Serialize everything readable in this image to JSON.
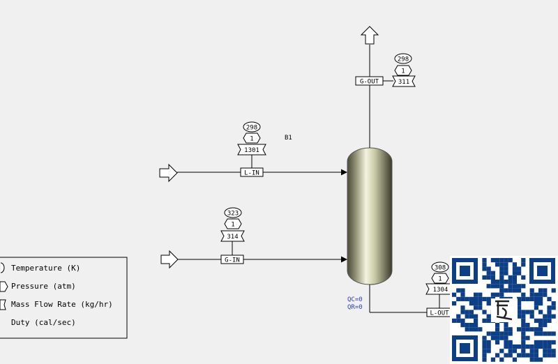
{
  "block": {
    "name": "B1"
  },
  "streams": {
    "g_out": {
      "label": "G-OUT",
      "temperature": "298",
      "pressure": "1",
      "mass_flow": "311"
    },
    "l_in": {
      "label": "L-IN",
      "temperature": "298",
      "pressure": "1",
      "mass_flow": "1301"
    },
    "g_in": {
      "label": "G-IN",
      "temperature": "323",
      "pressure": "1",
      "mass_flow": "314"
    },
    "l_out": {
      "label": "L-OUT",
      "temperature": "308",
      "pressure": "1",
      "mass_flow": "1304"
    }
  },
  "duty": {
    "qc": "QC=0",
    "qr": "QR=0"
  },
  "legend": {
    "temperature": "Temperature (K)",
    "pressure": "Pressure (atm)",
    "mass_flow": "Mass Flow Rate (kg/hr)",
    "duty": "Duty (cal/sec)"
  },
  "colors": {
    "background": "#f0f0f0",
    "line": "#000000",
    "duty_text": "#3040c0",
    "column": "#c8c8a0"
  }
}
